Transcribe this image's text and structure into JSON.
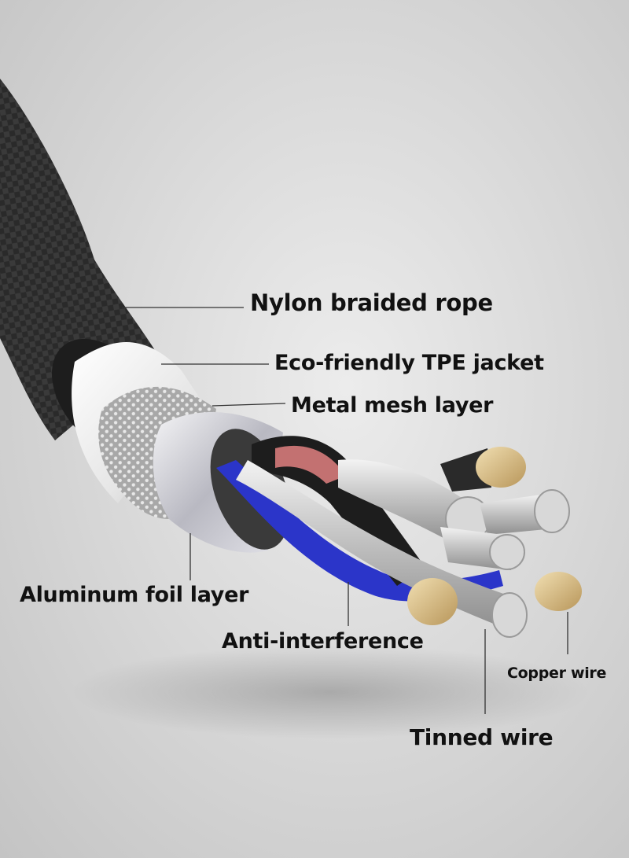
{
  "colors": {
    "braid": "#2a2a2a",
    "jacket": "#f2f2f2",
    "mesh": "#bdbdbd",
    "foil": "#d9d9de",
    "blue_core": "#2b35c9",
    "black_core": "#1d1d1d",
    "red_highlight": "#e08080",
    "copper": "#d9c08a",
    "tinned": "#cfcfcf"
  },
  "labels": {
    "nylon": "Nylon braided rope",
    "tpe": "Eco-friendly TPE jacket",
    "mesh": "Metal mesh layer",
    "foil": "Aluminum foil layer",
    "anti": "Anti-interference",
    "copper": "Copper wire",
    "tinned": "Tinned wire"
  }
}
